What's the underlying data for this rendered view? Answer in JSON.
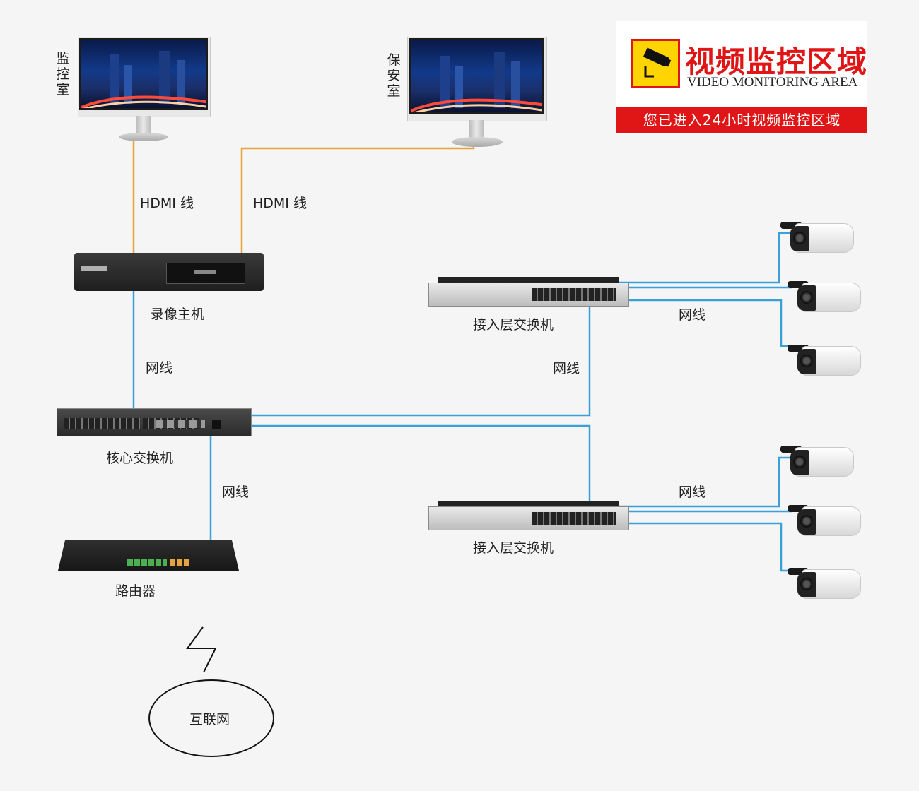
{
  "monitors": [
    {
      "label": "监控室"
    },
    {
      "label": "保安室"
    }
  ],
  "cables": {
    "hdmi_1": "HDMI 线",
    "hdmi_2": "HDMI 线",
    "net_nvr": "网线",
    "net_access_1": "网线",
    "net_router": "网线",
    "net_cams_1": "网线",
    "net_cams_2": "网线"
  },
  "devices": {
    "nvr": "录像主机",
    "access_switch_1": "接入层交换机",
    "access_switch_2": "接入层交换机",
    "core_switch": "核心交换机",
    "router": "路由器",
    "internet": "互联网"
  },
  "sign": {
    "title": "视频监控区域",
    "subtitle": "VIDEO MONITORING AREA",
    "notice": "您已进入24小时视频监控区域"
  },
  "colors": {
    "hdmi_line": "#e8a33c",
    "network_line": "#3aa0d8",
    "sign_red": "#e01515",
    "sign_yellow": "#ffd400"
  }
}
